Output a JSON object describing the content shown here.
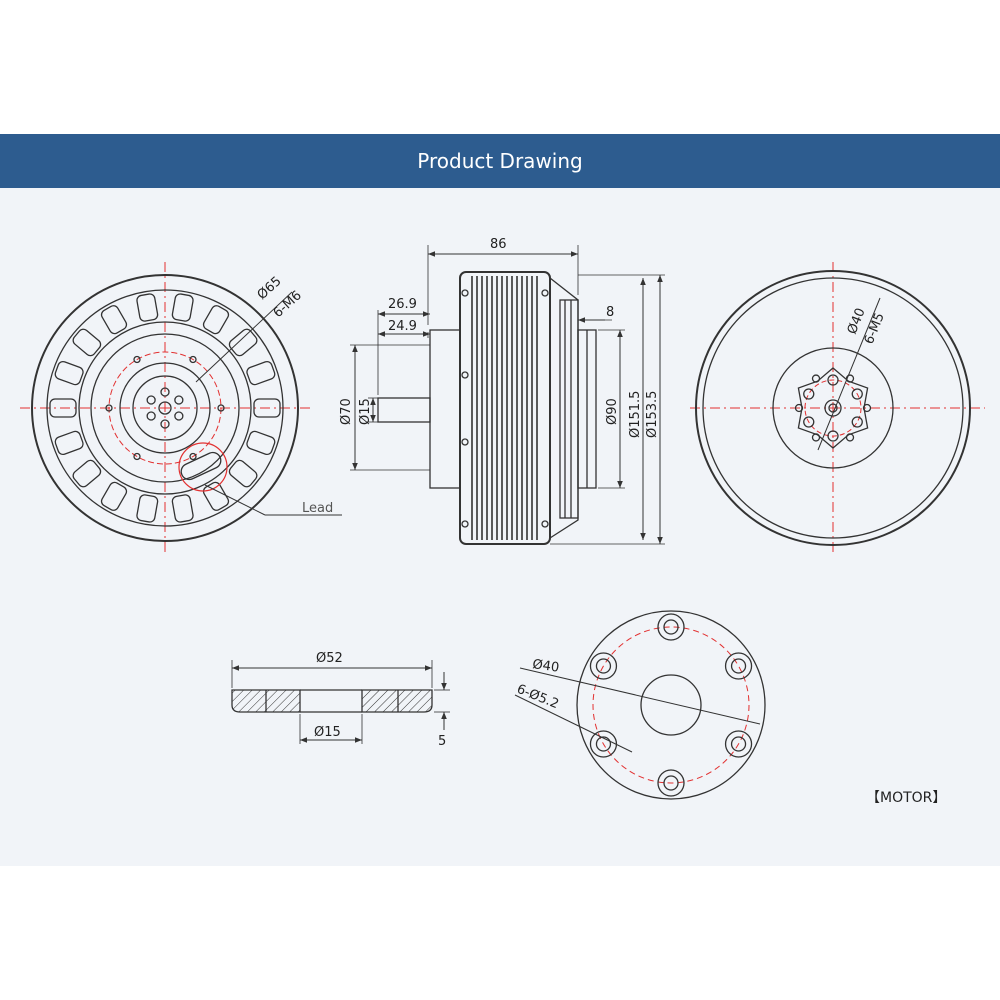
{
  "header": {
    "title": "Product Drawing"
  },
  "colors": {
    "header_bg": "#2d5c8f",
    "panel_bg": "#f1f4f8",
    "line": "#333333",
    "centerline": "#e23030"
  },
  "front_view": {
    "bolt_circle_label": "Ø65",
    "thread_label": "6-M6",
    "lead_label": "Lead"
  },
  "side_view": {
    "length_label": "86",
    "shaft_len_1": "26.9",
    "shaft_len_2": "24.9",
    "flange_thk": "8",
    "dia_70": "Ø70",
    "dia_15": "Ø15",
    "dia_90": "Ø90",
    "dia_151": "Ø151.5",
    "dia_153": "Ø153.5"
  },
  "rear_view": {
    "bolt_circle_label": "Ø40",
    "thread_label": "6-M5"
  },
  "adapter_section": {
    "outer_dia": "Ø52",
    "bore_dia": "Ø15",
    "thickness": "5"
  },
  "adapter_plan": {
    "bolt_circle_label": "Ø40",
    "holes_label": "6-Ø5.2"
  },
  "footer": {
    "tag": "【MOTOR】"
  }
}
